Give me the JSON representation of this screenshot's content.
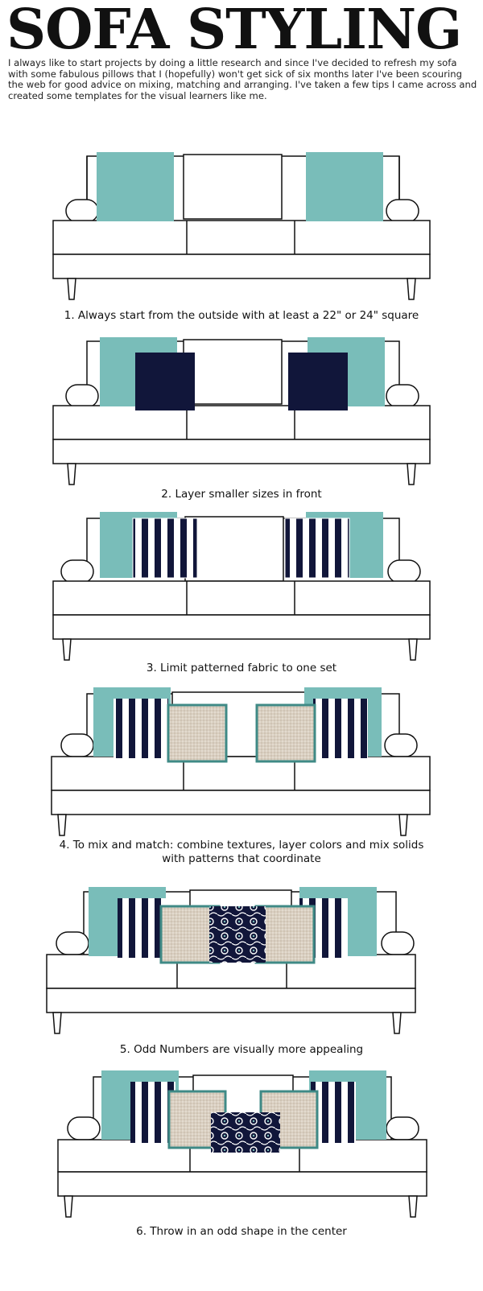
{
  "title": "SOFA STYLING",
  "intro": "I always like to start projects by doing a little research and since I've decided to refresh my sofa with some fabulous pillows that I (hopefully) won't get sick of six months later I've been scouring the web for good advice on mixing, matching and arranging. I've taken a few tips I came across and created some templates for the visual learners like me.",
  "colors": {
    "teal": "#79bdb9",
    "navy": "#11163a",
    "linen": "#d9cfc1",
    "line": "#111111",
    "paper": "#ffffff"
  },
  "steps": [
    {
      "number": 1,
      "caption": "1. Always start from the outside with at least a 22\" or 24\" square"
    },
    {
      "number": 2,
      "caption": "2. Layer smaller sizes in front"
    },
    {
      "number": 3,
      "caption": "3. Limit patterned fabric to one set"
    },
    {
      "number": 4,
      "caption_line1": "4. To mix and match: combine textures, layer colors and mix solids",
      "caption_line2": "with patterns that coordinate"
    },
    {
      "number": 5,
      "caption": "5. Odd Numbers are visually more appealing"
    },
    {
      "number": 6,
      "caption": "6. Throw in an odd shape in the center"
    }
  ]
}
